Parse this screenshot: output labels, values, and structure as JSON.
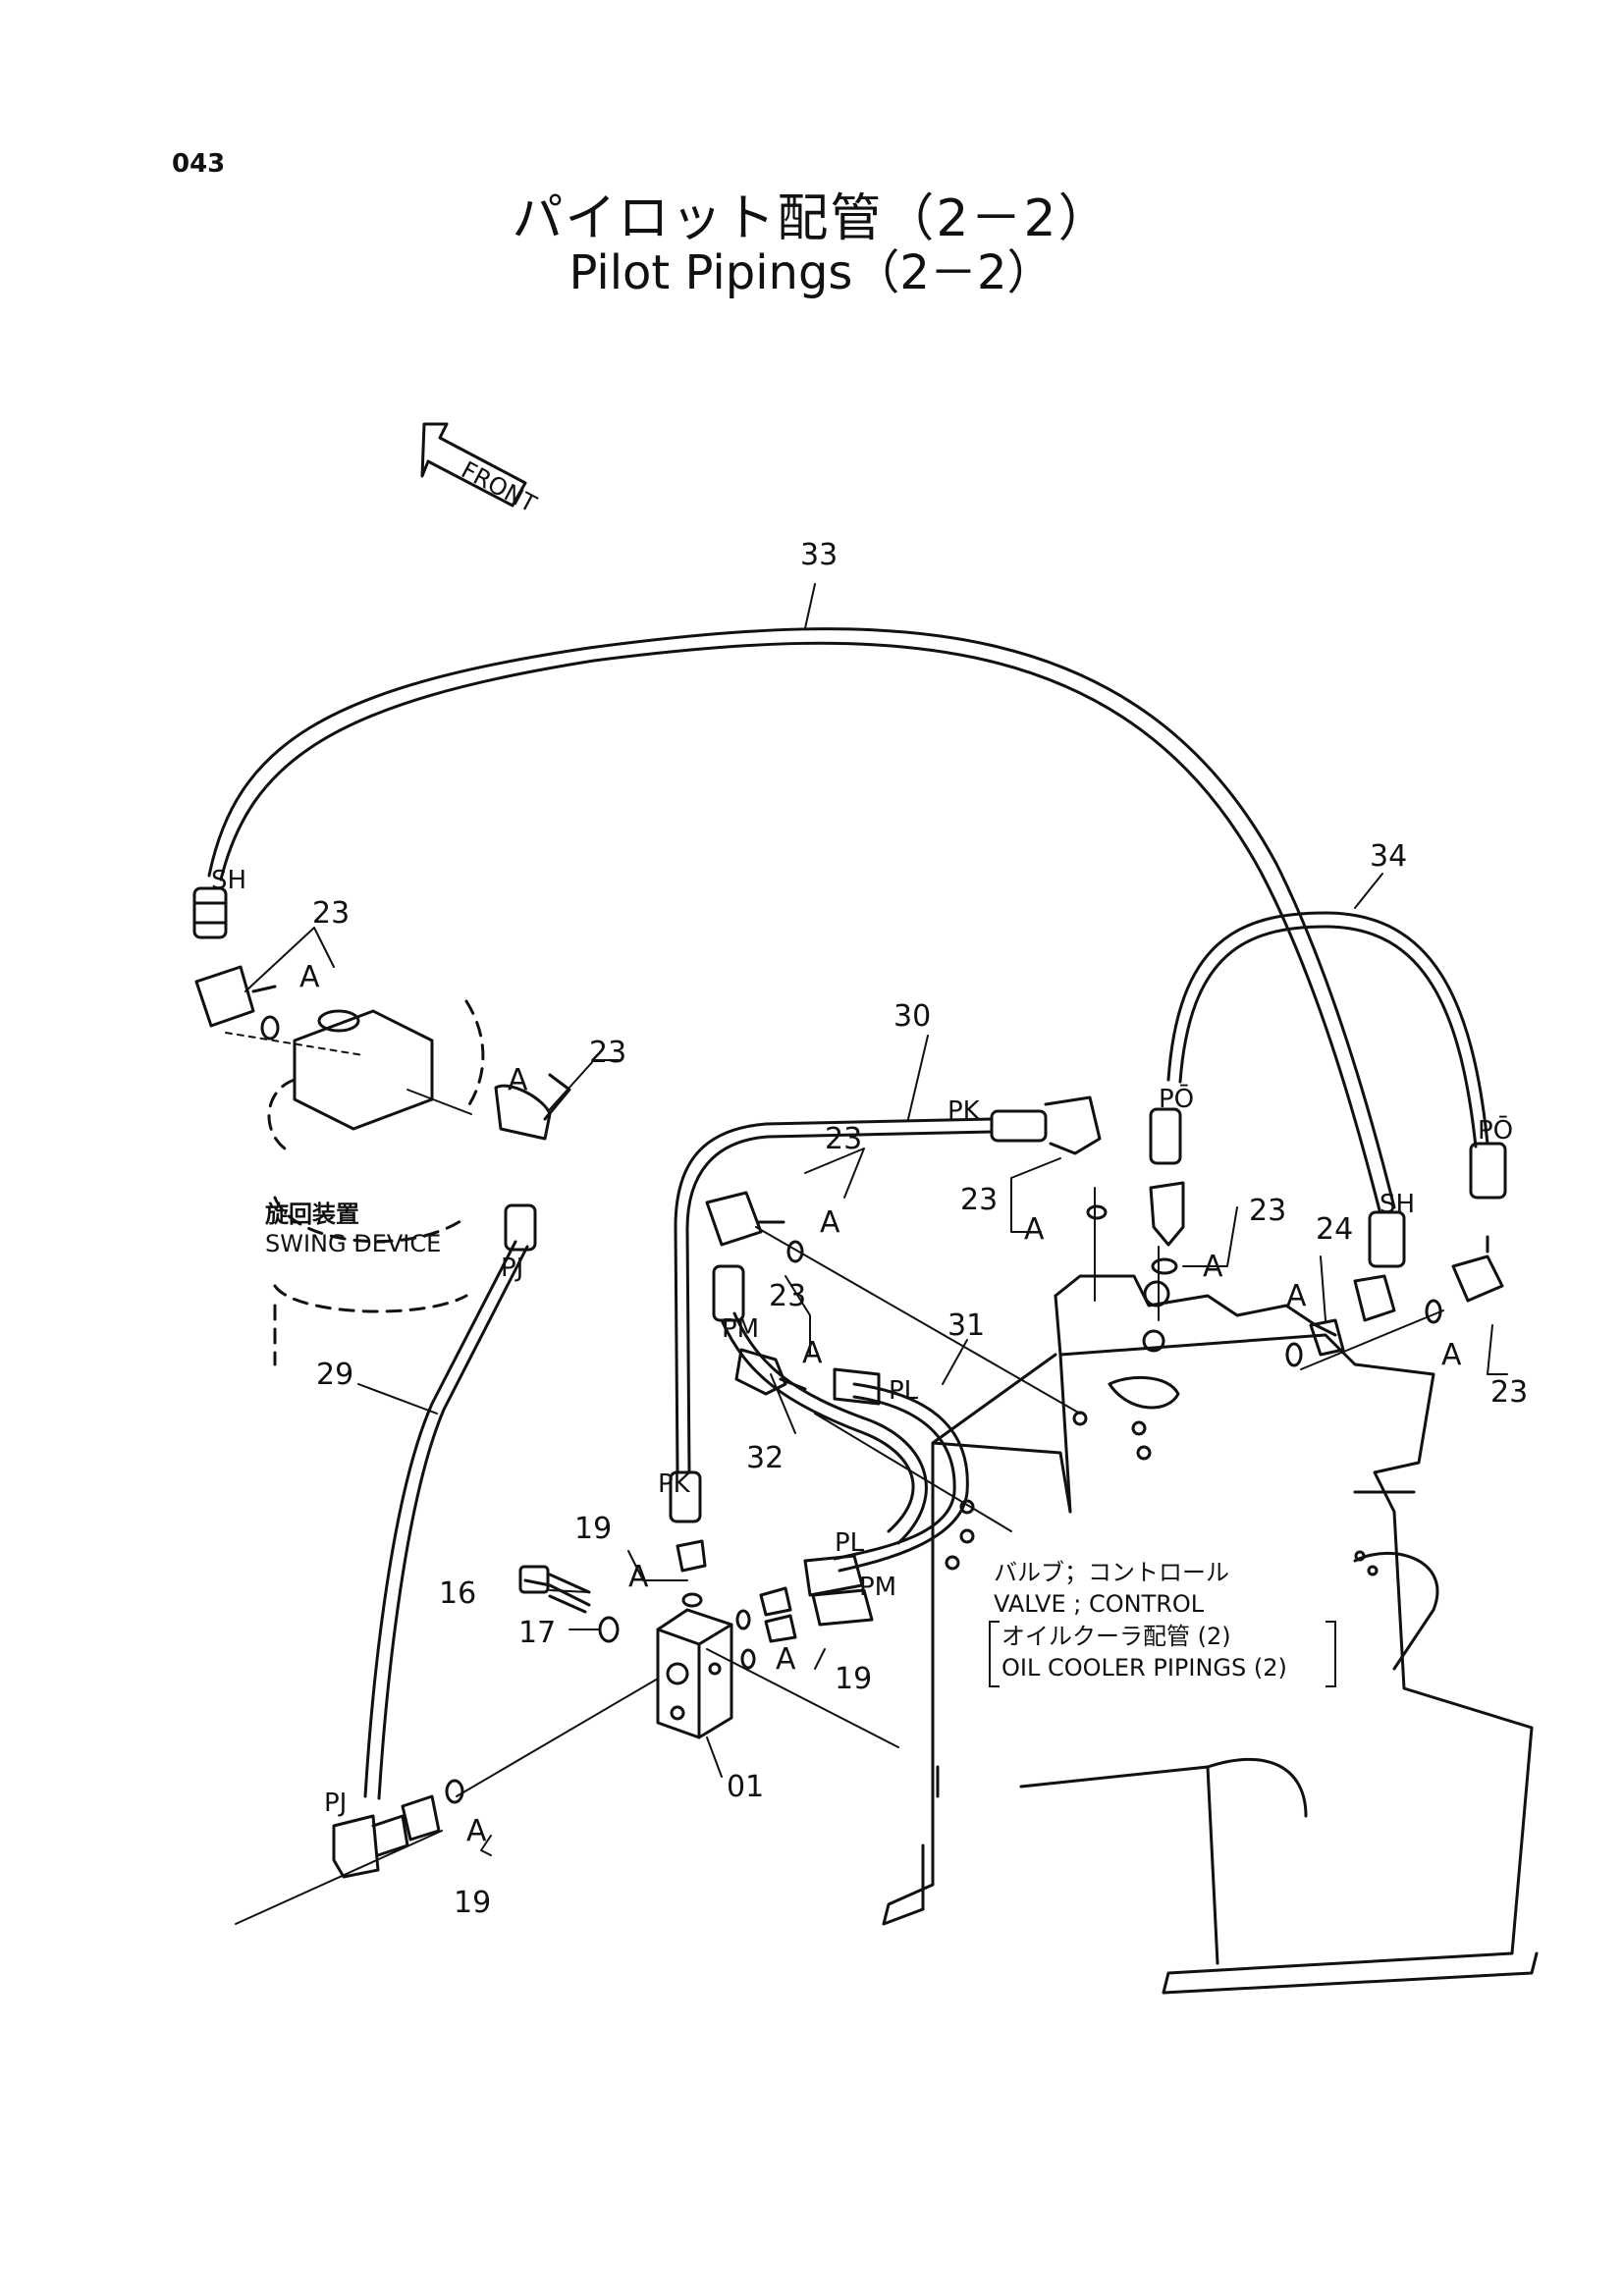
{
  "page": {
    "number": "043"
  },
  "title": {
    "japanese": "パイロット配管（2－2）",
    "english": "Pilot Pipings（2－2）"
  },
  "front_arrow": "FRONT",
  "components": {
    "swing_device": {
      "ja": "旋回装置",
      "en": "SWING DEVICE"
    },
    "control_valve": {
      "ja": "バルブ；コントロール",
      "en": "VALVE ; CONTROL"
    },
    "oil_cooler": {
      "ja": "オイルクーラ配管 (2)",
      "en": "OIL COOLER PIPINGS (2)"
    }
  },
  "callouts": {
    "c33": "33",
    "c34": "34",
    "c30": "30",
    "c31": "31",
    "c32": "32",
    "c29": "29",
    "c01": "01",
    "c16": "16",
    "c17": "17",
    "c19": "19",
    "c23": "23",
    "c24": "24",
    "A": "A"
  },
  "ports": {
    "SH": "SH",
    "PJ": "PJ",
    "PK": "PK",
    "PM": "PM",
    "PL": "PL",
    "PO": "PŌ"
  }
}
